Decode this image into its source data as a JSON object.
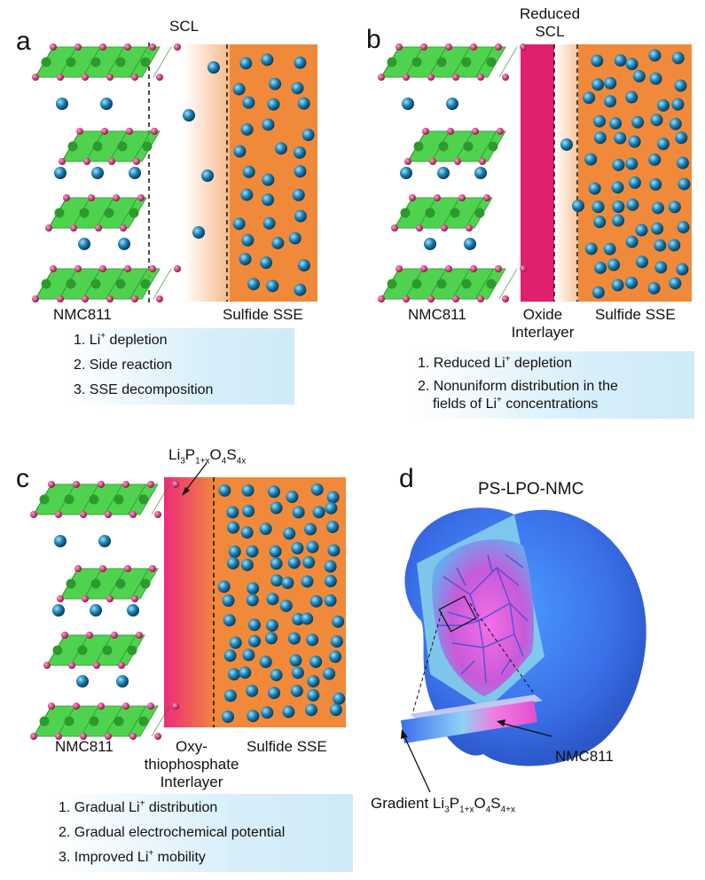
{
  "panels": {
    "a": {
      "letter": "a",
      "scl_label": "SCL",
      "cathode_label": "NMC811",
      "sse_label": "Sulfide SSE",
      "notes": [
        "1. Li",
        "+",
        " depletion",
        "2. Side reaction",
        "3. SSE decomposition"
      ]
    },
    "b": {
      "letter": "b",
      "scl_label_1": "Reduced",
      "scl_label_2": "SCL",
      "cathode_label": "NMC811",
      "interlayer_label_1": "Oxide",
      "interlayer_label_2": "Interlayer",
      "sse_label": "Sulfide SSE",
      "note1_a": "1. Reduced Li",
      "note1_sup": "+",
      "note1_b": " depletion",
      "note2_a": "2. Nonuniform distribution in the",
      "note2_b": "fields of Li",
      "note2_sup": "+",
      "note2_c": " concentrations"
    },
    "c": {
      "letter": "c",
      "formula": {
        "p1": "Li",
        "s1": "3",
        "p2": "P",
        "s2": "1+x",
        "p3": "O",
        "s3": "4",
        "p4": "S",
        "s4": "4x"
      },
      "cathode_label": "NMC811",
      "interlayer_label_1": "Oxy-",
      "interlayer_label_2": "thiophosphate",
      "interlayer_label_3": "Interlayer",
      "sse_label": "Sulfide SSE",
      "note1_a": "1. Gradual Li",
      "note1_sup": "+",
      "note1_b": " distribution",
      "note2": "2. Gradual electrochemical potential",
      "note3_a": "3. Improved Li",
      "note3_sup": "+",
      "note3_b": " mobility"
    },
    "d": {
      "letter": "d",
      "title": "PS-LPO-NMC",
      "nmc_label": "NMC811",
      "gradient_label": {
        "p1": "Gradient Li",
        "s1": "3",
        "p2": "P",
        "s2": "1+x",
        "p3": "O",
        "s3": "4",
        "p4": "S",
        "s4": "4+x"
      }
    }
  },
  "colors": {
    "octahedron": "#3ccf3c",
    "oxygen": "#c2185b",
    "li_ion": "#1a7fb0",
    "sse": "#f08a3a",
    "oxide": "#e0206e",
    "note_bg": "#cfeaf8",
    "particle": "#3a7ff2",
    "core": "#d95ad8"
  }
}
